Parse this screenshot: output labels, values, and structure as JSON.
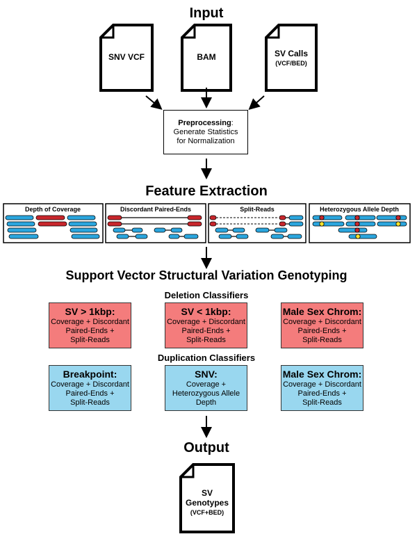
{
  "input": {
    "title": "Input",
    "files": [
      {
        "label": "SNV VCF",
        "sub": ""
      },
      {
        "label": "BAM",
        "sub": ""
      },
      {
        "label": "SV Calls",
        "sub": "(VCF/BED)"
      }
    ]
  },
  "preprocessing": {
    "title": "Preprocessing",
    "suffix": ":",
    "line1": "Generate Statistics",
    "line2": "for Normalization"
  },
  "feature_extraction": {
    "title": "Feature Extraction",
    "panels": [
      "Depth of Coverage",
      "Discordant Paired-Ends",
      "Split-Reads",
      "Heterozygous Allele Depth"
    ]
  },
  "genotyping": {
    "title": "Support Vector Structural Variation Genotyping",
    "deletion": {
      "title": "Deletion Classifiers",
      "boxes": [
        {
          "title": "SV > 1kbp:",
          "l1": "Coverage + Discordant",
          "l2": "Paired-Ends +",
          "l3": "Split-Reads"
        },
        {
          "title": "SV < 1kbp:",
          "l1": "Coverage + Discordant",
          "l2": "Paired-Ends +",
          "l3": "Split-Reads"
        },
        {
          "title": "Male Sex Chrom:",
          "l1": "Coverage + Discordant",
          "l2": "Paired-Ends +",
          "l3": "Split-Reads"
        }
      ]
    },
    "duplication": {
      "title": "Duplication Classifiers",
      "boxes": [
        {
          "title": "Breakpoint:",
          "l1": "Coverage + Discordant",
          "l2": "Paired-Ends +",
          "l3": "Split-Reads"
        },
        {
          "title": "SNV:",
          "l1": "Coverage +",
          "l2": "Heterozygous Allele",
          "l3": "Depth"
        },
        {
          "title": "Male Sex Chrom:",
          "l1": "Coverage + Discordant",
          "l2": "Paired-Ends +",
          "l3": "Split-Reads"
        }
      ]
    }
  },
  "output": {
    "title": "Output",
    "file": {
      "l1": "SV",
      "l2": "Genotypes",
      "sub": "(VCF+BED)"
    }
  },
  "colors": {
    "deletion": "#f47c7c",
    "duplication": "#99d7ef",
    "read_blue": "#2ba6de",
    "read_red": "#c8262c",
    "allele_yellow": "#f5e22a"
  }
}
